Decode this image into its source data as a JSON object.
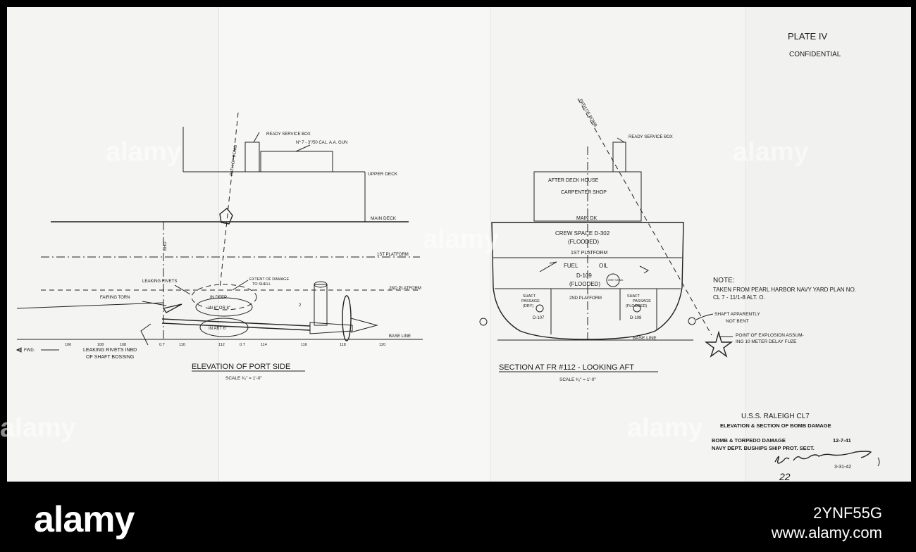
{
  "plate": {
    "number": "PLATE IV",
    "classification": "CONFIDENTIAL"
  },
  "elevation": {
    "title": "ELEVATION OF PORT SIDE",
    "scale": "SCALE ³⁄₈\" = 1'-0\"",
    "labels": {
      "ready_service_box": "READY SERVICE BOX",
      "gun": "Nº 7 - 3\"/50 CAL. A.A. GUN",
      "path_of_bomb": "PATH OF BOMB",
      "upper_deck": "UPPER DECK",
      "main_deck": "MAIN DECK",
      "bhd": "BHD",
      "platform_1": "1ST PLATFORM",
      "platform_2": "2ND PLATFORM",
      "base_line": "BASE LINE",
      "leaking_rivets": "LEAKING RIVETS",
      "extent_of_damage_1": "EXTENT OF DAMAGE",
      "extent_of_damage_2": "TO SHELL",
      "fairing_torn": "FAIRING TORN",
      "in_deep": "IN DEEP",
      "in_6_or_8": "IN 6\" OR 8\"",
      "in_abt_6": "IN ABT 6\"",
      "fwd": "FWD.",
      "leaking_rivets_inbd_1": "LEAKING RIVETS INBD",
      "leaking_rivets_inbd_2": "OF SHAFT BOSSING",
      "mark_2": "2"
    },
    "frames": [
      "106",
      "108",
      "108",
      "0.T",
      "110",
      "112",
      "0.T",
      "114",
      "116",
      "118",
      "120"
    ]
  },
  "section": {
    "title": "SECTION AT FR #112 - LOOKING AFT",
    "scale": "SCALE ³⁄₈\" = 1'-0\"",
    "labels": {
      "path_of_bomb": "PATH OF BOMB",
      "ready_service_box": "READY SERVICE BOX",
      "after_deck_house": "AFTER DECK HOUSE",
      "carpenter_shop": "CARPENTER SHOP",
      "main_dk": "MAIN DK",
      "crew_space": "CREW SPACE D-302",
      "flooded_1": "(FLOODED)",
      "platform_1": "1ST PLATFORM",
      "fuel": "FUEL",
      "oil": "OIL",
      "d109": "D-109",
      "flooded_2": "(FLOODED)",
      "platform_2": "2ND PLATFORM",
      "shaft_passage_dry_1": "SHAFT",
      "shaft_passage_dry_2": "PASSAGE",
      "shaft_passage_dry_3": "(DRY)",
      "d107": "D-107",
      "shaft_passage_flooded_1": "SHAFT",
      "shaft_passage_flooded_2": "PASSAGE",
      "shaft_passage_flooded_3": "(FLOODED)",
      "d108": "D-108",
      "wire_tunnel": "WIRE TUNNEL",
      "base_line": "BASE LINE",
      "shaft_apparently_1": "SHAFT APPARENTLY",
      "shaft_apparently_2": "NOT BENT",
      "explosion_1": "POINT OF EXPLOSION ASSUM-",
      "explosion_2": "ING 10 METER DELAY FUZE"
    }
  },
  "note": {
    "heading": "NOTE:",
    "line1": "TAKEN FROM PEARL HARBOR NAVY YARD PLAN NO.",
    "line2": "CL 7 - 11/1-8 ALT. O."
  },
  "title_block": {
    "ship": "U.S.S. RALEIGH CL7",
    "subject": "ELEVATION & SECTION OF BOMB DAMAGE",
    "category": "BOMB & TORPEDO DAMAGE",
    "date1": "12-7-41",
    "office": "NAVY DEPT. BUSHIPS SHIP PROT. SECT.",
    "date2": "3-31-42",
    "sheet_mark": "22"
  },
  "watermark": {
    "word": "alamy",
    "image_id": "2YNF55G",
    "url": "www.alamy.com"
  },
  "colors": {
    "paper": "#f4f4f2",
    "ink": "#1a1a1a",
    "frame": "#000000"
  }
}
